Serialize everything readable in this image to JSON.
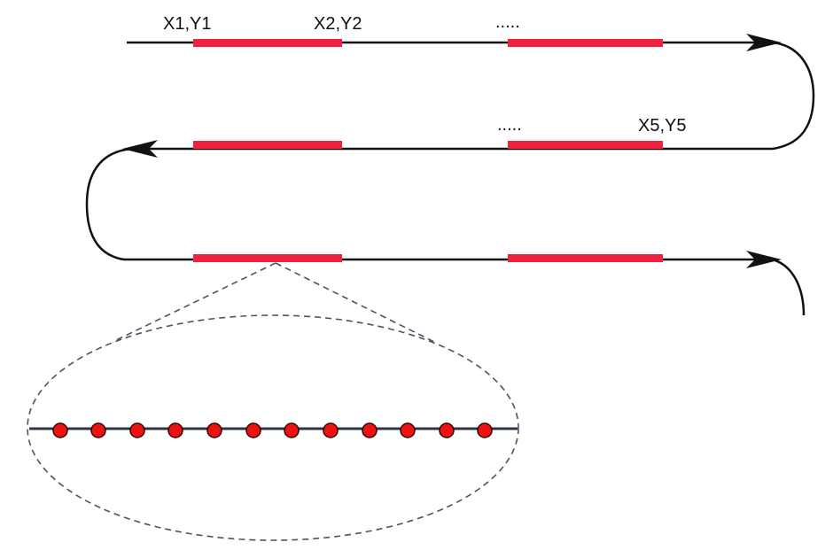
{
  "labels": {
    "point1": "X1,Y1",
    "point2": "X2,Y2",
    "ellipsis_top": ".....",
    "ellipsis_middle": ".....",
    "point5": "X5,Y5"
  },
  "colors": {
    "path": "#111111",
    "segment": "#f0213f",
    "sample_point_fill": "#ee1111",
    "sample_point_stroke": "#330000",
    "zoom_outline": "#4a5566"
  },
  "path": {
    "rows": 3,
    "direction_pattern": [
      "right",
      "left",
      "right"
    ],
    "highlighted_segments_per_row": 2
  },
  "zoom": {
    "sample_point_count": 12
  }
}
